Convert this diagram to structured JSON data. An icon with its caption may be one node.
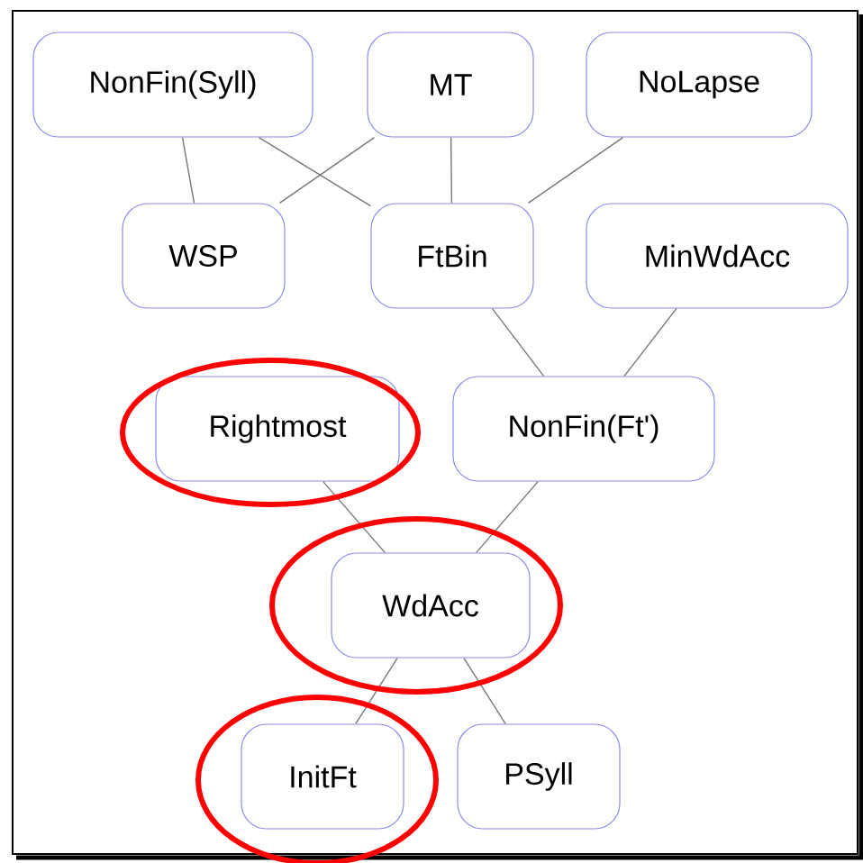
{
  "diagram": {
    "nodes": [
      {
        "text": [
          "NonFin(Syll)"
        ]
      },
      {
        "text": [
          "MT"
        ]
      },
      {
        "text": [
          "NoLapse"
        ]
      },
      {
        "text": [
          "WSP"
        ]
      },
      {
        "text": [
          "FtBin"
        ]
      },
      {
        "text": [
          "MinWdAcc"
        ]
      },
      {
        "text": [
          "Rightmost"
        ]
      },
      {
        "text": [
          "NonFin(Ft')"
        ]
      },
      {
        "text": [
          "WdAcc"
        ]
      },
      {
        "text": [
          "InitFt"
        ]
      },
      {
        "text": [
          "PSyll"
        ]
      }
    ],
    "edges": [
      {
        "from": 0,
        "to": 3,
        "arrow": "none"
      },
      {
        "from": 0,
        "to": 4,
        "arrow": "none"
      },
      {
        "from": 1,
        "to": 3,
        "arrow": "none"
      },
      {
        "from": 1,
        "to": 4,
        "arrow": "none"
      },
      {
        "from": 2,
        "to": 4,
        "arrow": "none"
      },
      {
        "from": 4,
        "to": 7,
        "arrow": "none"
      },
      {
        "from": 5,
        "to": 7,
        "arrow": "none"
      },
      {
        "from": 6,
        "to": 8,
        "arrow": "none"
      },
      {
        "from": 7,
        "to": 8,
        "arrow": "none"
      },
      {
        "from": 8,
        "to": 9,
        "arrow": "none"
      },
      {
        "from": 8,
        "to": 10,
        "arrow": "none"
      }
    ]
  }
}
